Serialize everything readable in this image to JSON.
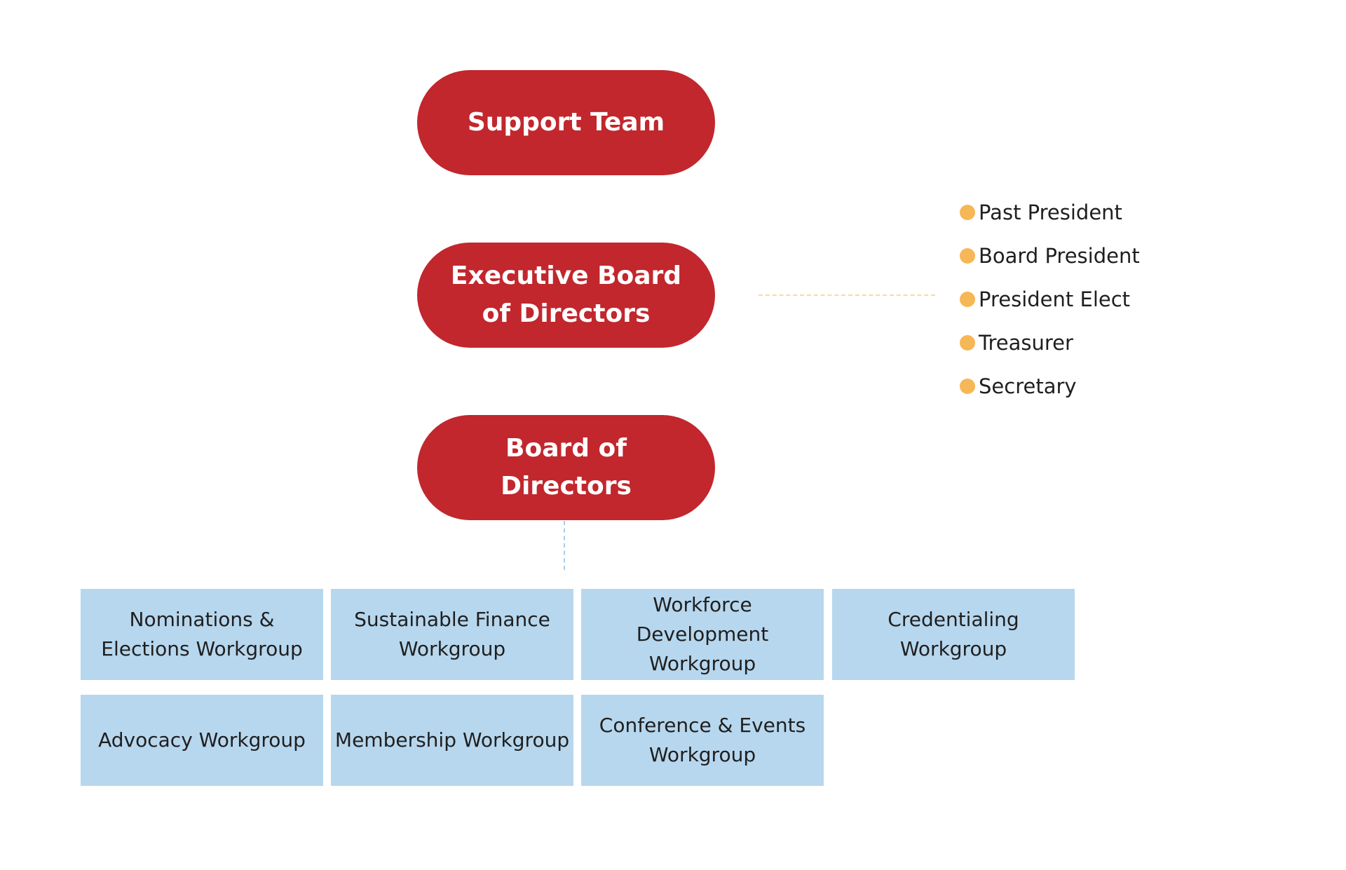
{
  "colors": {
    "pill": "#c1272d",
    "pill_text": "#ffffff",
    "officer_dot": "#f6b756",
    "workgroup_fill": "#b7d7ee",
    "workgroup_text": "#1f1f1f",
    "connector_exec": "#f8d9a0",
    "connector_board": "#a9cdea"
  },
  "pills": {
    "support_team": "Support Team",
    "executive_board": "Executive Board of Directors",
    "board": "Board of Directors"
  },
  "officers": [
    "Past President",
    "Board President",
    "President Elect",
    "Treasurer",
    "Secretary"
  ],
  "workgroups": [
    "Nominations & Elections Workgroup",
    "Sustainable Finance Workgroup",
    "Workforce Development Workgroup",
    "Credentialing Workgroup",
    "Advocacy Workgroup",
    "Membership Workgroup",
    "Conference & Events Workgroup"
  ]
}
